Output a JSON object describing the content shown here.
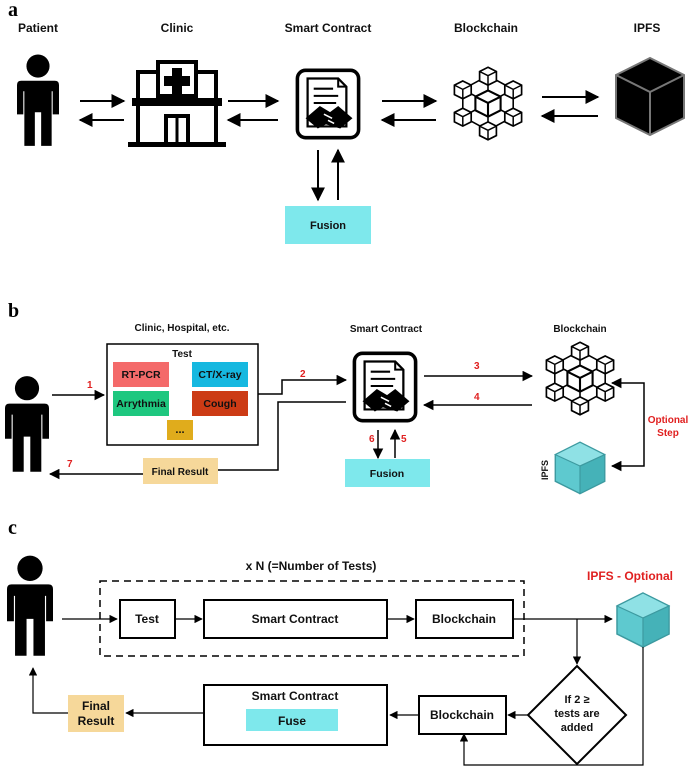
{
  "colors": {
    "fusion_box": "#7ee8ec",
    "result_box": "#f6d89a",
    "rtpcr": "#f46a6a",
    "ctxray": "#16b8e0",
    "arrythmia": "#1ec77f",
    "cough": "#cc3b15",
    "dots": "#e0ac1c",
    "ipfs_cube": "#5ec9cf",
    "optional_red": "#e02020"
  },
  "panel_a": {
    "letter": "a",
    "headers": {
      "patient": "Patient",
      "clinic": "Clinic",
      "smart_contract": "Smart Contract",
      "blockchain": "Blockchain",
      "ipfs": "IPFS"
    },
    "fusion": "Fusion"
  },
  "panel_b": {
    "letter": "b",
    "clinic_header": "Clinic, Hospital, etc.",
    "test_title": "Test",
    "tests": [
      "RT-PCR",
      "CT/X-ray",
      "Arrythmia",
      "Cough",
      "..."
    ],
    "smart_contract": "Smart Contract",
    "blockchain": "Blockchain",
    "fusion": "Fusion",
    "ipfs": "IPFS",
    "optional_step_line1": "Optional",
    "optional_step_line2": "Step",
    "final_result": "Final Result",
    "step_numbers": [
      "1",
      "2",
      "3",
      "4",
      "5",
      "6",
      "7"
    ]
  },
  "panel_c": {
    "letter": "c",
    "loop_label": "x N (=Number of Tests)",
    "test": "Test",
    "smart_contract": "Smart Contract",
    "blockchain": "Blockchain",
    "ipfs_optional": "IPFS - Optional",
    "decision_line1": "If 2 ≥",
    "decision_line2": "tests are",
    "decision_line3": "added",
    "blockchain_2": "Blockchain",
    "smart_contract_2": "Smart Contract",
    "fuse": "Fuse",
    "final_result_line1": "Final",
    "final_result_line2": "Result"
  }
}
